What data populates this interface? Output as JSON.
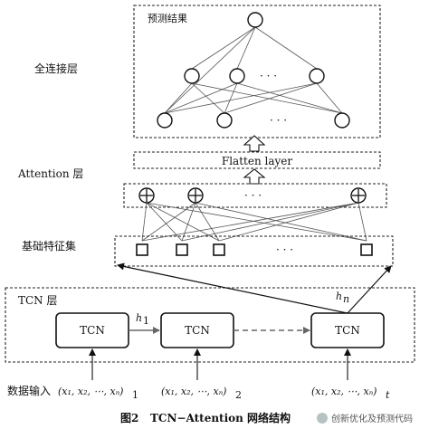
{
  "layers": {
    "prediction_result": "预测结果",
    "fully_connected": "全连接层",
    "flatten": "Flatten layer",
    "attention": "Attention 层",
    "feature_set": "基础特征集",
    "tcn_layer": "TCN 层"
  },
  "ellipsis": "· · ·",
  "tcn_blocks": [
    "TCN",
    "TCN",
    "TCN"
  ],
  "hidden_labels": {
    "h1_main": "h",
    "h1_sub": "1",
    "hn_main": "h",
    "hn_sub": "n"
  },
  "input": {
    "label": "数据输入",
    "sequences": [
      {
        "text": "(x₁, x₂, ⋯, xₙ)",
        "sub": "1"
      },
      {
        "text": "(x₁, x₂, ⋯, xₙ)",
        "sub": "2"
      },
      {
        "text": "(x₁, x₂, ⋯, xₙ)",
        "sub": "t"
      }
    ]
  },
  "caption": {
    "figure_no": "图2",
    "title": "TCN−Attention 网络结构"
  },
  "watermark": "创新优化及预测代码",
  "colors": {
    "stroke": "#111111",
    "edge": "#555555",
    "background": "#ffffff"
  }
}
